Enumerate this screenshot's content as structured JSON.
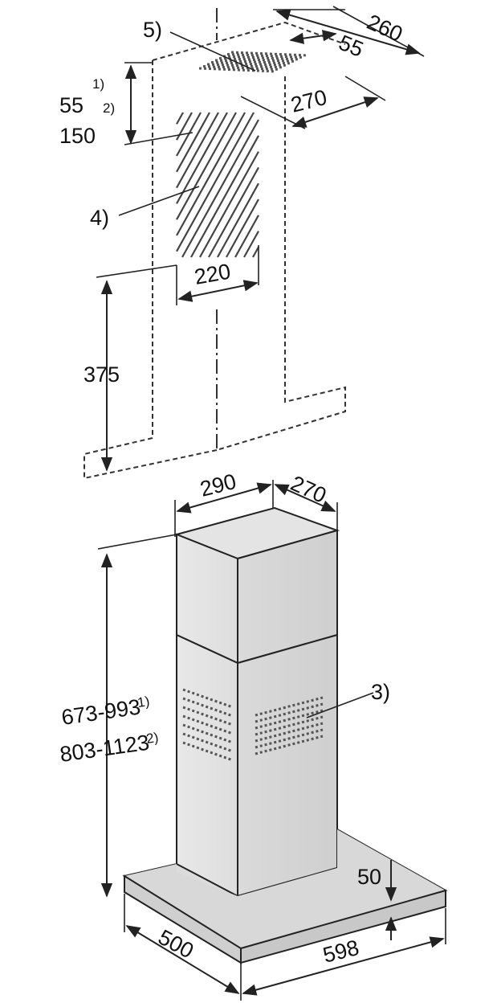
{
  "diagram": {
    "callouts": [
      {
        "id": "5",
        "text": "5)"
      },
      {
        "id": "4",
        "text": "4)"
      },
      {
        "id": "3",
        "text": "3)"
      }
    ],
    "dimensions": {
      "d260": "260",
      "d55_top": "55",
      "d270_top": "270",
      "d55": "55",
      "d150": "150",
      "note1": "1)",
      "note2": "2)",
      "d220": "220",
      "d375": "375",
      "d290": "290",
      "d270_chimney": "270",
      "h673": "673-993",
      "h803": "803-1123",
      "d50": "50",
      "d500": "500",
      "d598": "598"
    }
  }
}
